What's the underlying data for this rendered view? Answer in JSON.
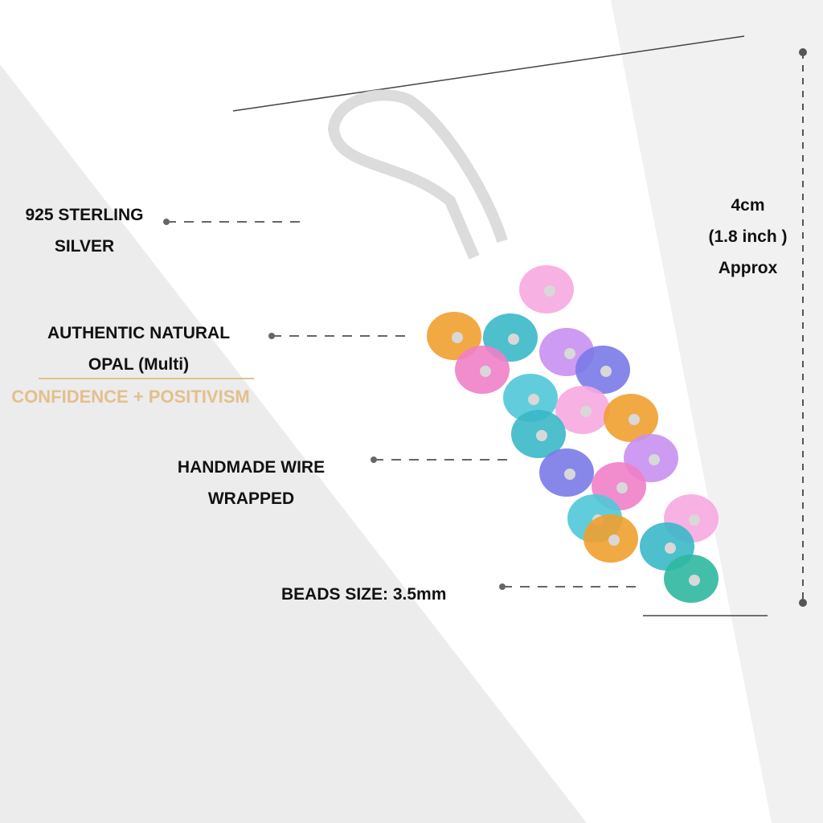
{
  "labels": {
    "silver": [
      "925 STERLING",
      "SILVER"
    ],
    "opal": [
      "AUTHENTIC NATURAL",
      "OPAL (Multi)"
    ],
    "tagline": "CONFIDENCE + POSITIVISM",
    "wire": [
      "HANDMADE WIRE",
      "WRAPPED"
    ],
    "beads": "BEADS SIZE: 3.5mm",
    "size": [
      "4cm",
      "(1.8 inch )",
      "Approx"
    ]
  },
  "colors": {
    "accent": "#e2c08d",
    "text": "#111111",
    "line": "#555555"
  },
  "beads": [
    "#f7a8e0",
    "#f0a030",
    "#3ab8c8",
    "#c890f0",
    "#7a7ae8",
    "#f080c8",
    "#50c8d8",
    "#2fb8a0"
  ]
}
